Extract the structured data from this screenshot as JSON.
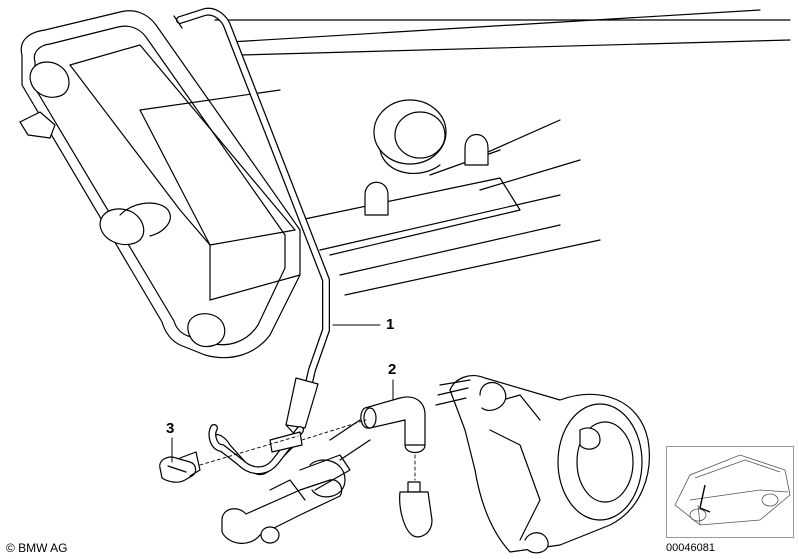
{
  "callouts": [
    {
      "id": "callout-1",
      "label": "1"
    },
    {
      "id": "callout-2",
      "label": "2"
    },
    {
      "id": "callout-3",
      "label": "3"
    }
  ],
  "footer": {
    "copyright": "© BMW AG",
    "document_number": "00046081"
  },
  "colors": {
    "line": "#000000",
    "fill": "#ffffff",
    "thumb_border": "#9a9a9a"
  }
}
